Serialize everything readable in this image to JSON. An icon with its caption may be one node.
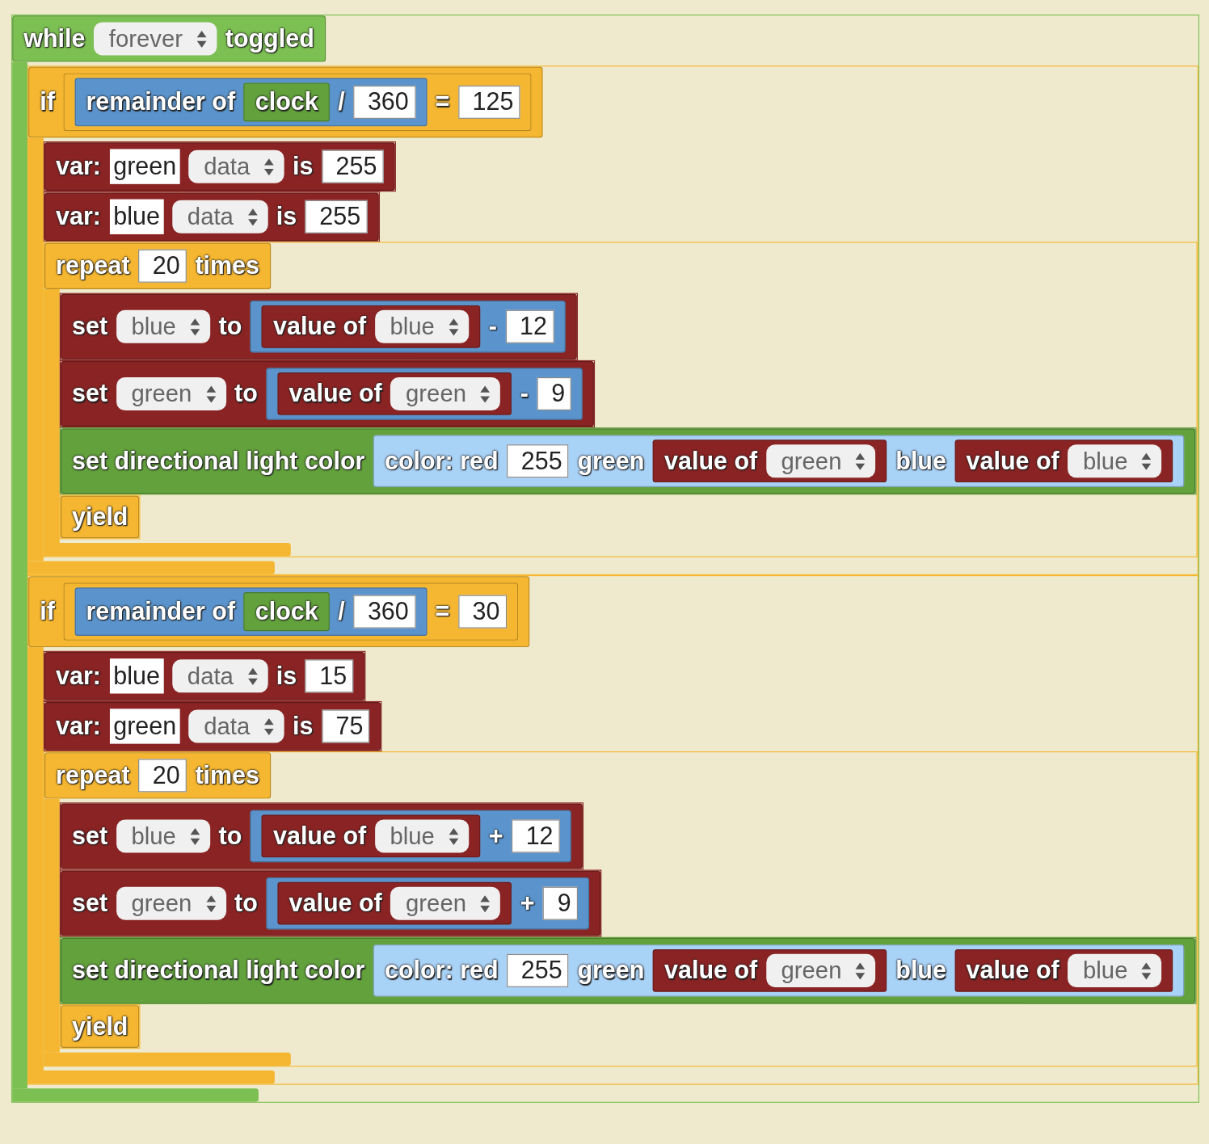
{
  "diagram": {
    "nodes": [
      {
        "text": [
          "while",
          "toggled"
        ]
      },
      {
        "text": [
          "forever"
        ],
        "in": 0
      },
      {
        "text": [
          "if"
        ],
        "in": 0
      },
      {
        "text": [
          "="
        ],
        "in": 2
      },
      {
        "text": [
          "remainder of",
          "/"
        ],
        "in": 3
      },
      {
        "text": [
          "clock"
        ],
        "in": 4
      },
      {
        "text": [
          "360"
        ],
        "in": 4
      },
      {
        "text": [
          "125"
        ],
        "in": 3
      },
      {
        "text": [
          "var:",
          "is"
        ],
        "in": 2
      },
      {
        "text": [
          "green"
        ],
        "in": 8
      },
      {
        "text": [
          "data"
        ],
        "in": 8
      },
      {
        "text": [
          "255"
        ],
        "in": 8
      },
      {
        "text": [
          "var:",
          "is"
        ],
        "in": 2
      },
      {
        "text": [
          "blue"
        ],
        "in": 12
      },
      {
        "text": [
          "data"
        ],
        "in": 12
      },
      {
        "text": [
          "255"
        ],
        "in": 12
      },
      {
        "text": [
          "repeat",
          "times"
        ],
        "in": 2
      },
      {
        "text": [
          "20"
        ],
        "in": 16
      },
      {
        "text": [
          "set",
          "to"
        ],
        "in": 16
      },
      {
        "text": [
          "blue"
        ],
        "in": 18
      },
      {
        "text": [
          "-"
        ],
        "in": 18
      },
      {
        "text": [
          "value of"
        ],
        "in": 20
      },
      {
        "text": [
          "blue"
        ],
        "in": 21
      },
      {
        "text": [
          "12"
        ],
        "in": 20
      },
      {
        "text": [
          "set",
          "to"
        ],
        "in": 16
      },
      {
        "text": [
          "green"
        ],
        "in": 24
      },
      {
        "text": [
          "-"
        ],
        "in": 24
      },
      {
        "text": [
          "value of"
        ],
        "in": 26
      },
      {
        "text": [
          "green"
        ],
        "in": 27
      },
      {
        "text": [
          "9"
        ],
        "in": 26
      },
      {
        "text": [
          "set directional light color"
        ],
        "in": 16
      },
      {
        "text": [
          "color: red",
          "green",
          "blue"
        ],
        "in": 30
      },
      {
        "text": [
          "255"
        ],
        "in": 31
      },
      {
        "text": [
          "value of"
        ],
        "in": 31
      },
      {
        "text": [
          "green"
        ],
        "in": 33
      },
      {
        "text": [
          "value of"
        ],
        "in": 31
      },
      {
        "text": [
          "blue"
        ],
        "in": 35
      },
      {
        "text": [
          "yield"
        ],
        "in": 16
      },
      {
        "text": [
          "if"
        ],
        "in": 0
      },
      {
        "text": [
          "="
        ],
        "in": 38
      },
      {
        "text": [
          "remainder of",
          "/"
        ],
        "in": 39
      },
      {
        "text": [
          "clock"
        ],
        "in": 40
      },
      {
        "text": [
          "360"
        ],
        "in": 40
      },
      {
        "text": [
          "30"
        ],
        "in": 39
      },
      {
        "text": [
          "var:",
          "is"
        ],
        "in": 38
      },
      {
        "text": [
          "blue"
        ],
        "in": 44
      },
      {
        "text": [
          "data"
        ],
        "in": 44
      },
      {
        "text": [
          "15"
        ],
        "in": 44
      },
      {
        "text": [
          "var:",
          "is"
        ],
        "in": 38
      },
      {
        "text": [
          "green"
        ],
        "in": 48
      },
      {
        "text": [
          "data"
        ],
        "in": 48
      },
      {
        "text": [
          "75"
        ],
        "in": 48
      },
      {
        "text": [
          "repeat",
          "times"
        ],
        "in": 38
      },
      {
        "text": [
          "20"
        ],
        "in": 52
      },
      {
        "text": [
          "set",
          "to"
        ],
        "in": 52
      },
      {
        "text": [
          "blue"
        ],
        "in": 54
      },
      {
        "text": [
          "+"
        ],
        "in": 54
      },
      {
        "text": [
          "value of"
        ],
        "in": 56
      },
      {
        "text": [
          "blue"
        ],
        "in": 57
      },
      {
        "text": [
          "12"
        ],
        "in": 56
      },
      {
        "text": [
          "set",
          "to"
        ],
        "in": 52
      },
      {
        "text": [
          "green"
        ],
        "in": 60
      },
      {
        "text": [
          "+"
        ],
        "in": 60
      },
      {
        "text": [
          "value of"
        ],
        "in": 62
      },
      {
        "text": [
          "green"
        ],
        "in": 63
      },
      {
        "text": [
          "9"
        ],
        "in": 62
      },
      {
        "text": [
          "set directional light color"
        ],
        "in": 52
      },
      {
        "text": [
          "color: red",
          "green",
          "blue"
        ],
        "in": 66
      },
      {
        "text": [
          "255"
        ],
        "in": 67
      },
      {
        "text": [
          "value of"
        ],
        "in": 67
      },
      {
        "text": [
          "green"
        ],
        "in": 69
      },
      {
        "text": [
          "value of"
        ],
        "in": 67
      },
      {
        "text": [
          "blue"
        ],
        "in": 71
      },
      {
        "text": [
          "yield"
        ],
        "in": 52
      }
    ]
  }
}
